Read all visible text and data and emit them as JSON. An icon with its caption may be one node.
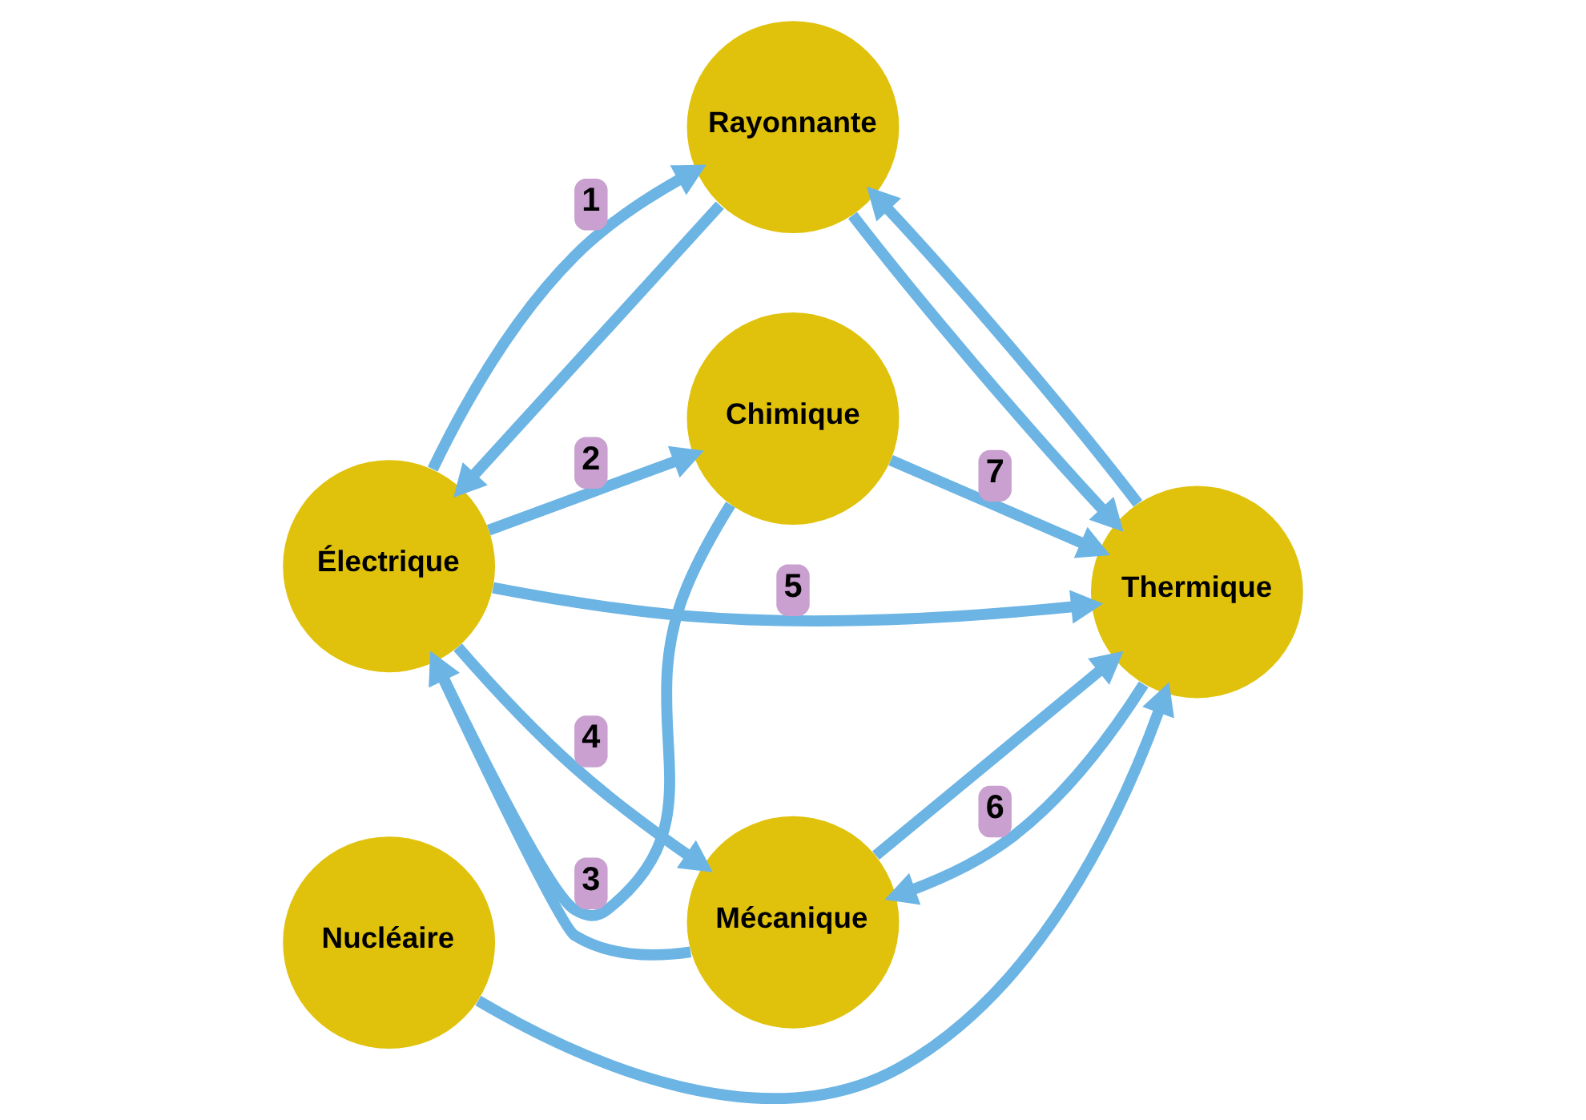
{
  "diagram": {
    "nodes": [
      {
        "text": [
          "Rayonnante"
        ]
      },
      {
        "text": [
          "Électrique"
        ]
      },
      {
        "text": [
          "Chimique"
        ]
      },
      {
        "text": [
          "Thermique"
        ]
      },
      {
        "text": [
          "Nucléaire"
        ]
      },
      {
        "text": [
          "Mécanique"
        ]
      }
    ],
    "edges": [
      {
        "from": 1,
        "to": 0,
        "arrow": "to",
        "label": "1"
      },
      {
        "from": 0,
        "to": 1,
        "arrow": "to"
      },
      {
        "from": 0,
        "to": 3,
        "arrow": "to"
      },
      {
        "from": 3,
        "to": 0,
        "arrow": "to"
      },
      {
        "from": 1,
        "to": 2,
        "arrow": "to",
        "label": "2"
      },
      {
        "from": 2,
        "to": 1,
        "arrow": "to",
        "label": "3"
      },
      {
        "from": 2,
        "to": 3,
        "arrow": "to",
        "label": "7"
      },
      {
        "from": 4,
        "to": 3,
        "arrow": "to"
      },
      {
        "from": 1,
        "to": 5,
        "arrow": "to",
        "label": "4"
      },
      {
        "from": 5,
        "to": 1,
        "arrow": "to"
      },
      {
        "from": 1,
        "to": 3,
        "arrow": "to",
        "label": "5"
      },
      {
        "from": 5,
        "to": 3,
        "arrow": "to"
      },
      {
        "from": 3,
        "to": 5,
        "arrow": "to",
        "label": "6"
      }
    ]
  }
}
